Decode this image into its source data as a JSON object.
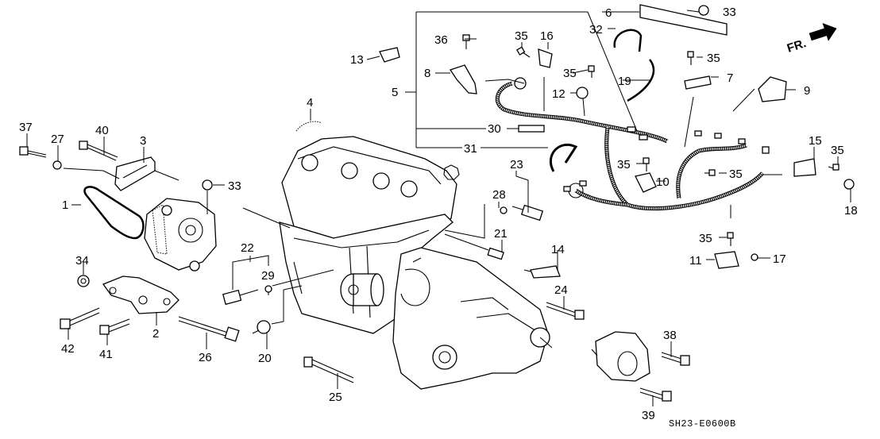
{
  "diagram": {
    "title": "Engine Wire Harness / Alternator / Starter Exploded View",
    "direction_indicator": "FR.",
    "diagram_code": "SH23-E0600B",
    "callouts": [
      {
        "id": "c1",
        "number": "1",
        "part": "alternator-belt"
      },
      {
        "id": "c2",
        "number": "2",
        "part": "alternator-bracket"
      },
      {
        "id": "c3",
        "number": "3",
        "part": "alternator-adjusting-bracket"
      },
      {
        "id": "c4",
        "number": "4",
        "part": "harness-band"
      },
      {
        "id": "c5",
        "number": "5",
        "part": "engine-wire-harness-assembly"
      },
      {
        "id": "c6",
        "number": "6",
        "part": "harness-holder"
      },
      {
        "id": "c7",
        "number": "7",
        "part": "harness-clamp"
      },
      {
        "id": "c8",
        "number": "8",
        "part": "harness-stay"
      },
      {
        "id": "c9",
        "number": "9",
        "part": "harness-bracket"
      },
      {
        "id": "c10",
        "number": "10",
        "part": "harness-stay"
      },
      {
        "id": "c11",
        "number": "11",
        "part": "harness-clamp"
      },
      {
        "id": "c12",
        "number": "12",
        "part": "harness-clip"
      },
      {
        "id": "c13",
        "number": "13",
        "part": "harness-clamp"
      },
      {
        "id": "c14",
        "number": "14",
        "part": "harness-clamp"
      },
      {
        "id": "c15",
        "number": "15",
        "part": "harness-bracket"
      },
      {
        "id": "c16",
        "number": "16",
        "part": "harness-clamp"
      },
      {
        "id": "c17",
        "number": "17",
        "part": "clip-nut"
      },
      {
        "id": "c18",
        "number": "18",
        "part": "clip"
      },
      {
        "id": "c19",
        "number": "19",
        "part": "harness-band"
      },
      {
        "id": "c20",
        "number": "20",
        "part": "knock-sensor"
      },
      {
        "id": "c21",
        "number": "21",
        "part": "temperature-sensor"
      },
      {
        "id": "c22",
        "number": "22",
        "part": "oil-pressure-switch-set"
      },
      {
        "id": "c23",
        "number": "23",
        "part": "thermo-unit-set"
      },
      {
        "id": "c24",
        "number": "24",
        "part": "bolt"
      },
      {
        "id": "c25",
        "number": "25",
        "part": "bolt"
      },
      {
        "id": "c26",
        "number": "26",
        "part": "through-bolt"
      },
      {
        "id": "c27",
        "number": "27",
        "part": "washer"
      },
      {
        "id": "c28",
        "number": "28",
        "part": "washer"
      },
      {
        "id": "c29",
        "number": "29",
        "part": "washer"
      },
      {
        "id": "c30",
        "number": "30",
        "part": "harness-connector"
      },
      {
        "id": "c31",
        "number": "31",
        "part": "harness-band"
      },
      {
        "id": "c32",
        "number": "32",
        "part": "harness-band"
      },
      {
        "id": "c33a",
        "number": "33",
        "part": "flange-nut"
      },
      {
        "id": "c33b",
        "number": "33",
        "part": "flange-nut"
      },
      {
        "id": "c34",
        "number": "34",
        "part": "nut"
      },
      {
        "id": "c35a",
        "number": "35",
        "part": "flange-bolt"
      },
      {
        "id": "c35b",
        "number": "35",
        "part": "flange-bolt"
      },
      {
        "id": "c35c",
        "number": "35",
        "part": "flange-bolt"
      },
      {
        "id": "c35d",
        "number": "35",
        "part": "flange-bolt"
      },
      {
        "id": "c35e",
        "number": "35",
        "part": "flange-bolt"
      },
      {
        "id": "c35f",
        "number": "35",
        "part": "flange-bolt"
      },
      {
        "id": "c35g",
        "number": "35",
        "part": "flange-bolt"
      },
      {
        "id": "c36",
        "number": "36",
        "part": "flange-bolt"
      },
      {
        "id": "c37",
        "number": "37",
        "part": "flange-bolt"
      },
      {
        "id": "c38",
        "number": "38",
        "part": "flange-bolt"
      },
      {
        "id": "c39",
        "number": "39",
        "part": "flange-bolt"
      },
      {
        "id": "c40",
        "number": "40",
        "part": "flange-bolt"
      },
      {
        "id": "c41",
        "number": "41",
        "part": "flange-bolt"
      },
      {
        "id": "c42",
        "number": "42",
        "part": "flange-bolt"
      }
    ]
  }
}
